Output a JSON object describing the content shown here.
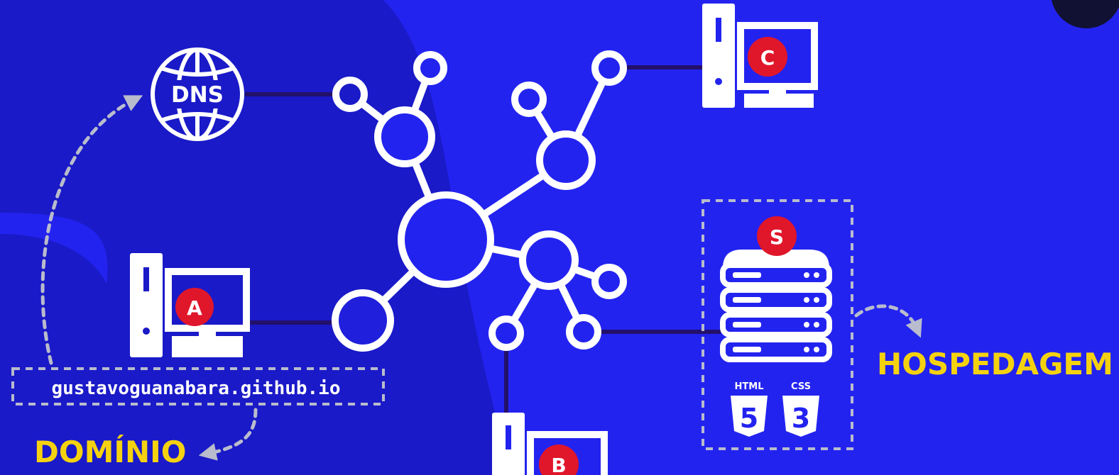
{
  "colors": {
    "background": "#2323f0",
    "background_blob": "#1a1ac8",
    "line": "#23106a",
    "white": "#ffffff",
    "badge": "#e0162b",
    "accent_yellow": "#f5d20f",
    "dashed": "#b9bccc"
  },
  "dns": {
    "label": "DNS",
    "icon": "globe-icon"
  },
  "computers": [
    {
      "badge": "A",
      "icon": "desktop-computer-icon"
    },
    {
      "badge": "B",
      "icon": "desktop-computer-icon"
    },
    {
      "badge": "C",
      "icon": "desktop-computer-icon"
    }
  ],
  "server": {
    "badge": "S",
    "icon": "server-rack-icon"
  },
  "tech_badges": [
    {
      "label": "HTML",
      "digit": "5",
      "icon": "html5-shield-icon"
    },
    {
      "label": "CSS",
      "digit": "3",
      "icon": "css3-shield-icon"
    }
  ],
  "domain_url": "gustavoguanabara.github.io",
  "domain_label": "DOMÍNIO",
  "hosting_label": "HOSPEDAGEM"
}
